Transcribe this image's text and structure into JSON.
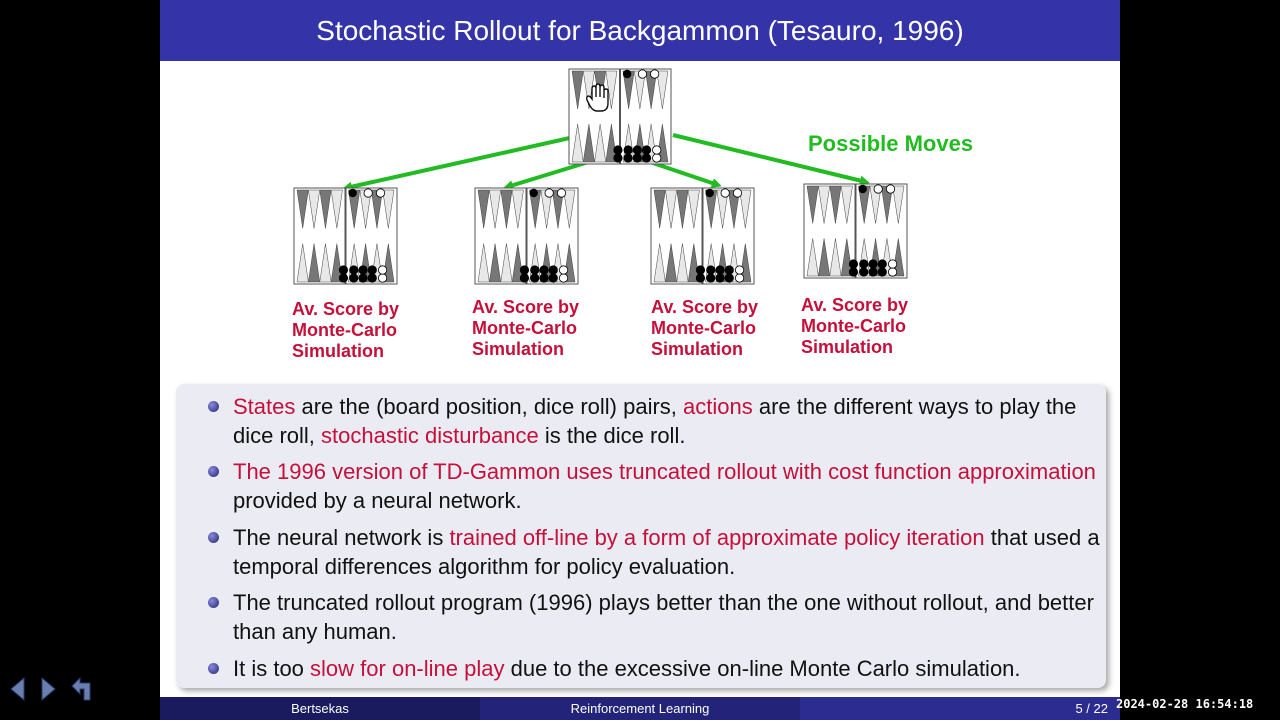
{
  "slide": {
    "title": "Stochastic Rollout for Backgammon (Tesauro, 1996)",
    "figure": {
      "moves_label": "Possible Moves",
      "score_labels": [
        [
          "Av. Score by",
          "Monte-Carlo",
          "Simulation"
        ],
        [
          "Av. Score by",
          "Monte-Carlo",
          "Simulation"
        ],
        [
          "Av. Score by",
          "Monte-Carlo",
          "Simulation"
        ],
        [
          "Av. Score by",
          "Monte-Carlo",
          "Simulation"
        ]
      ]
    },
    "bullets": [
      {
        "parts": [
          {
            "t": "States",
            "red": true
          },
          {
            "t": " are the (board position, dice roll) pairs, ",
            "red": false
          },
          {
            "t": "actions",
            "red": true
          },
          {
            "t": " are the different ways to play the dice roll, ",
            "red": false
          },
          {
            "t": "stochastic disturbance",
            "red": true
          },
          {
            "t": " is the dice roll.",
            "red": false
          }
        ]
      },
      {
        "parts": [
          {
            "t": "The 1996 version of TD-Gammon uses truncated rollout with cost function approximation",
            "red": true
          },
          {
            "t": " provided by a neural network.",
            "red": false
          }
        ]
      },
      {
        "parts": [
          {
            "t": "The neural network is ",
            "red": false
          },
          {
            "t": "trained off-line by a form of approximate policy iteration",
            "red": true
          },
          {
            "t": " that used a temporal differences algorithm for policy evaluation.",
            "red": false
          }
        ]
      },
      {
        "parts": [
          {
            "t": "The truncated rollout program (1996) plays better than the one without rollout, and better than any human.",
            "red": false
          }
        ]
      },
      {
        "parts": [
          {
            "t": "It is too ",
            "red": false
          },
          {
            "t": "slow for on-line play",
            "red": true
          },
          {
            "t": " due to the excessive on-line Monte Carlo simulation.",
            "red": false
          }
        ]
      }
    ],
    "footer": {
      "author": "Bertsekas",
      "course": "Reinforcement Learning",
      "page": "5 / 22"
    }
  },
  "overlay": {
    "timestamp": "2024-02-28 16:54:18",
    "cursor_icon": "hand-cursor-icon"
  },
  "nav_icons": [
    "prev-slide-icon",
    "next-slide-icon",
    "return-icon"
  ],
  "colors": {
    "title_bar": "#3434a8",
    "accent_red": "#c4103a",
    "arrow_green": "#22bb22",
    "box_bg": "#ebebf3"
  }
}
